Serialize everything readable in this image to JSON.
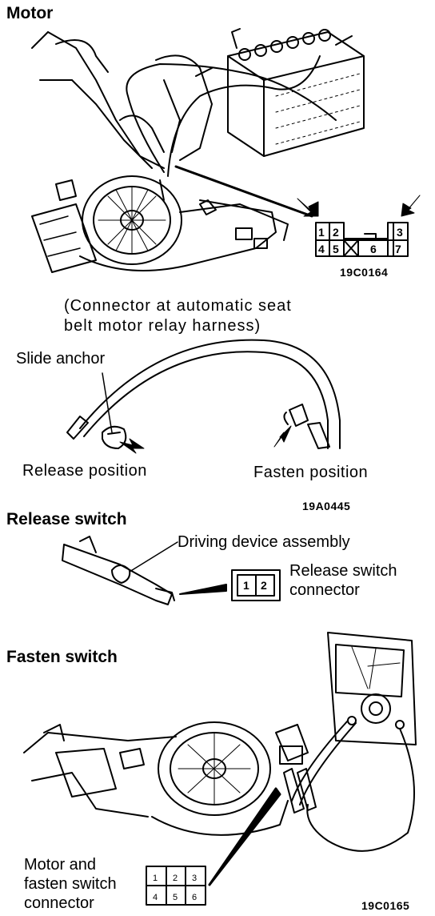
{
  "sections": {
    "motor": {
      "heading": "Motor",
      "figure_code": "19C0164",
      "caption_line1": "(Connector at automatic seat",
      "caption_line2": "belt motor relay harness)",
      "connector_pins": [
        "1",
        "2",
        "3",
        "4",
        "5",
        "6",
        "7"
      ]
    },
    "anchor": {
      "slide_anchor_label": "Slide anchor",
      "release_position_label": "Release position",
      "fasten_position_label": "Fasten position",
      "figure_code": "19A0445"
    },
    "release_switch": {
      "heading": "Release switch",
      "driving_device_label": "Driving device assembly",
      "connector_label_line1": "Release switch",
      "connector_label_line2": "connector",
      "connector_pins": [
        "1",
        "2"
      ]
    },
    "fasten_switch": {
      "heading": "Fasten switch",
      "connector_label_line1": "Motor and",
      "connector_label_line2": "fasten switch",
      "connector_label_line3": "connector",
      "figure_code": "19C0165",
      "connector_pins": [
        "1",
        "2",
        "3",
        "4",
        "5",
        "6"
      ]
    }
  }
}
